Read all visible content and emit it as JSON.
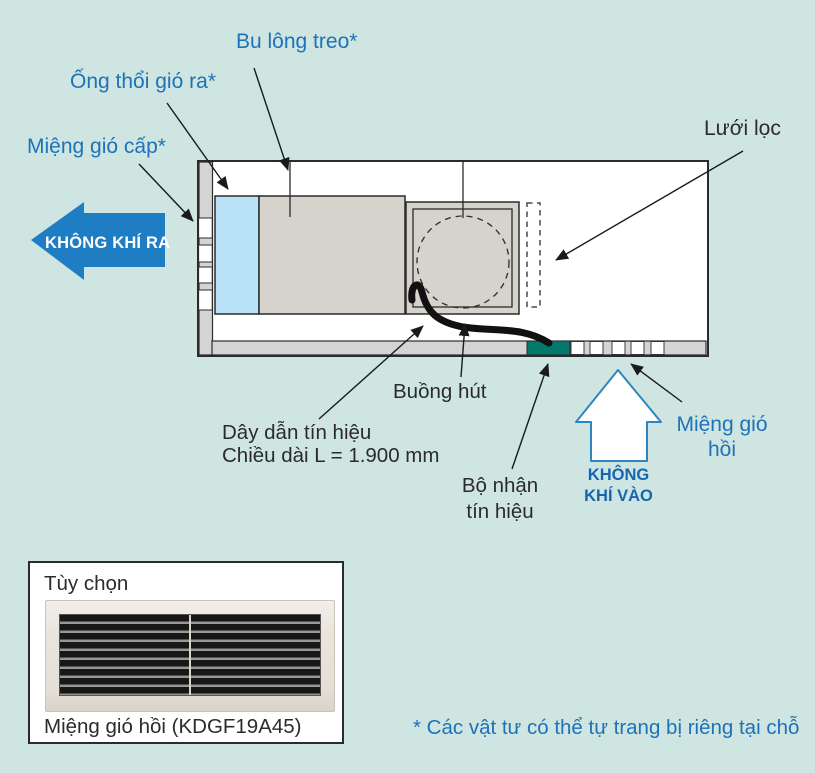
{
  "labels": {
    "bu_long_treo": "Bu lông treo*",
    "ong_thoi_gio_ra": "Ống thổi gió ra*",
    "mieng_gio_cap": "Miệng gió cấp*",
    "khong_khi_ra": "KHÔNG KHÍ RA",
    "luoi_loc": "Lưới lọc",
    "buong_hut": "Buồng hút",
    "day_dan_line1": "Dây dẫn tín hiệu",
    "day_dan_line2": "Chiều dài L = 1.900 mm",
    "bo_nhan_line1": "Bộ nhận",
    "bo_nhan_line2": "tín hiệu",
    "khong_khi_vao_line1": "KHÔNG",
    "khong_khi_vao_line2": "KHÍ VÀO",
    "mieng_gio_hoi_line1": "Miệng gió",
    "mieng_gio_hoi_line2": "hồi"
  },
  "option_box": {
    "title": "Tùy chọn",
    "caption": "Miệng gió hồi (KDGF19A45)"
  },
  "footnote": "* Các vật tư có thể tự trang bị riêng tại chỗ",
  "colors": {
    "background": "#cfe5e1",
    "label_blue": "#1d72b8",
    "text_dark": "#2b2b2b",
    "airflow_arrow_blue": "#1e7dc3",
    "up_arrow_outline": "#2e86c1",
    "unit_light_blue": "#b9e2f6",
    "unit_gray": "#d6d2cc",
    "frame_gray": "#d4d4d4",
    "receiver_teal": "#04796b"
  }
}
